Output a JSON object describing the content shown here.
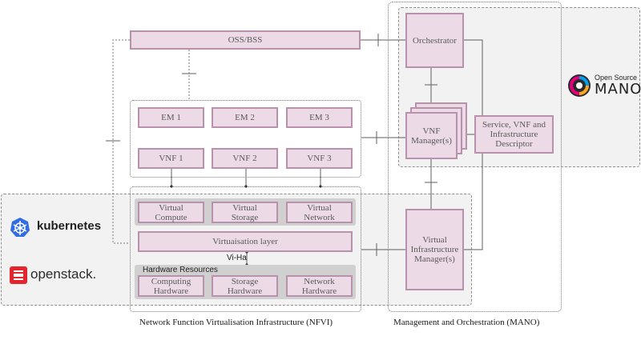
{
  "oss_bss": "OSS/BSS",
  "orchestrator": "Orchestrator",
  "em": [
    "EM 1",
    "EM 2",
    "EM 3"
  ],
  "vnf": [
    "VNF 1",
    "VNF 2",
    "VNF 3"
  ],
  "vnf_manager": "VNF Manager(s)",
  "descriptor": "Service, VNF and Infrastructure Descriptor",
  "virtual": [
    "Virtual Compute",
    "Virtual Storage",
    "Virtual Network"
  ],
  "virtualisation_layer": "Virtuaisation layer",
  "vi_ha": "Vi-Ha",
  "hardware_resources": "Hardware Resources",
  "hardware": [
    "Computing Hardware",
    "Storage Hardware",
    "Network Hardware"
  ],
  "vim": "Virtual Infrastructure Manager(s)",
  "nfvi_caption": "Network Function Virtualisation Infrastructure (NFVI)",
  "mano_caption": "Management and Orchestration (MANO)",
  "logos": {
    "osm_small": "Open Source",
    "osm_big": "MANO",
    "kubernetes": "kubernetes",
    "openstack": "openstack."
  },
  "colors": {
    "box_fill": "#ecdbe7",
    "box_border": "#b891ad",
    "panel": "#f2f2f2",
    "kubernetes": "#326ce5",
    "openstack": "#e4242f"
  }
}
